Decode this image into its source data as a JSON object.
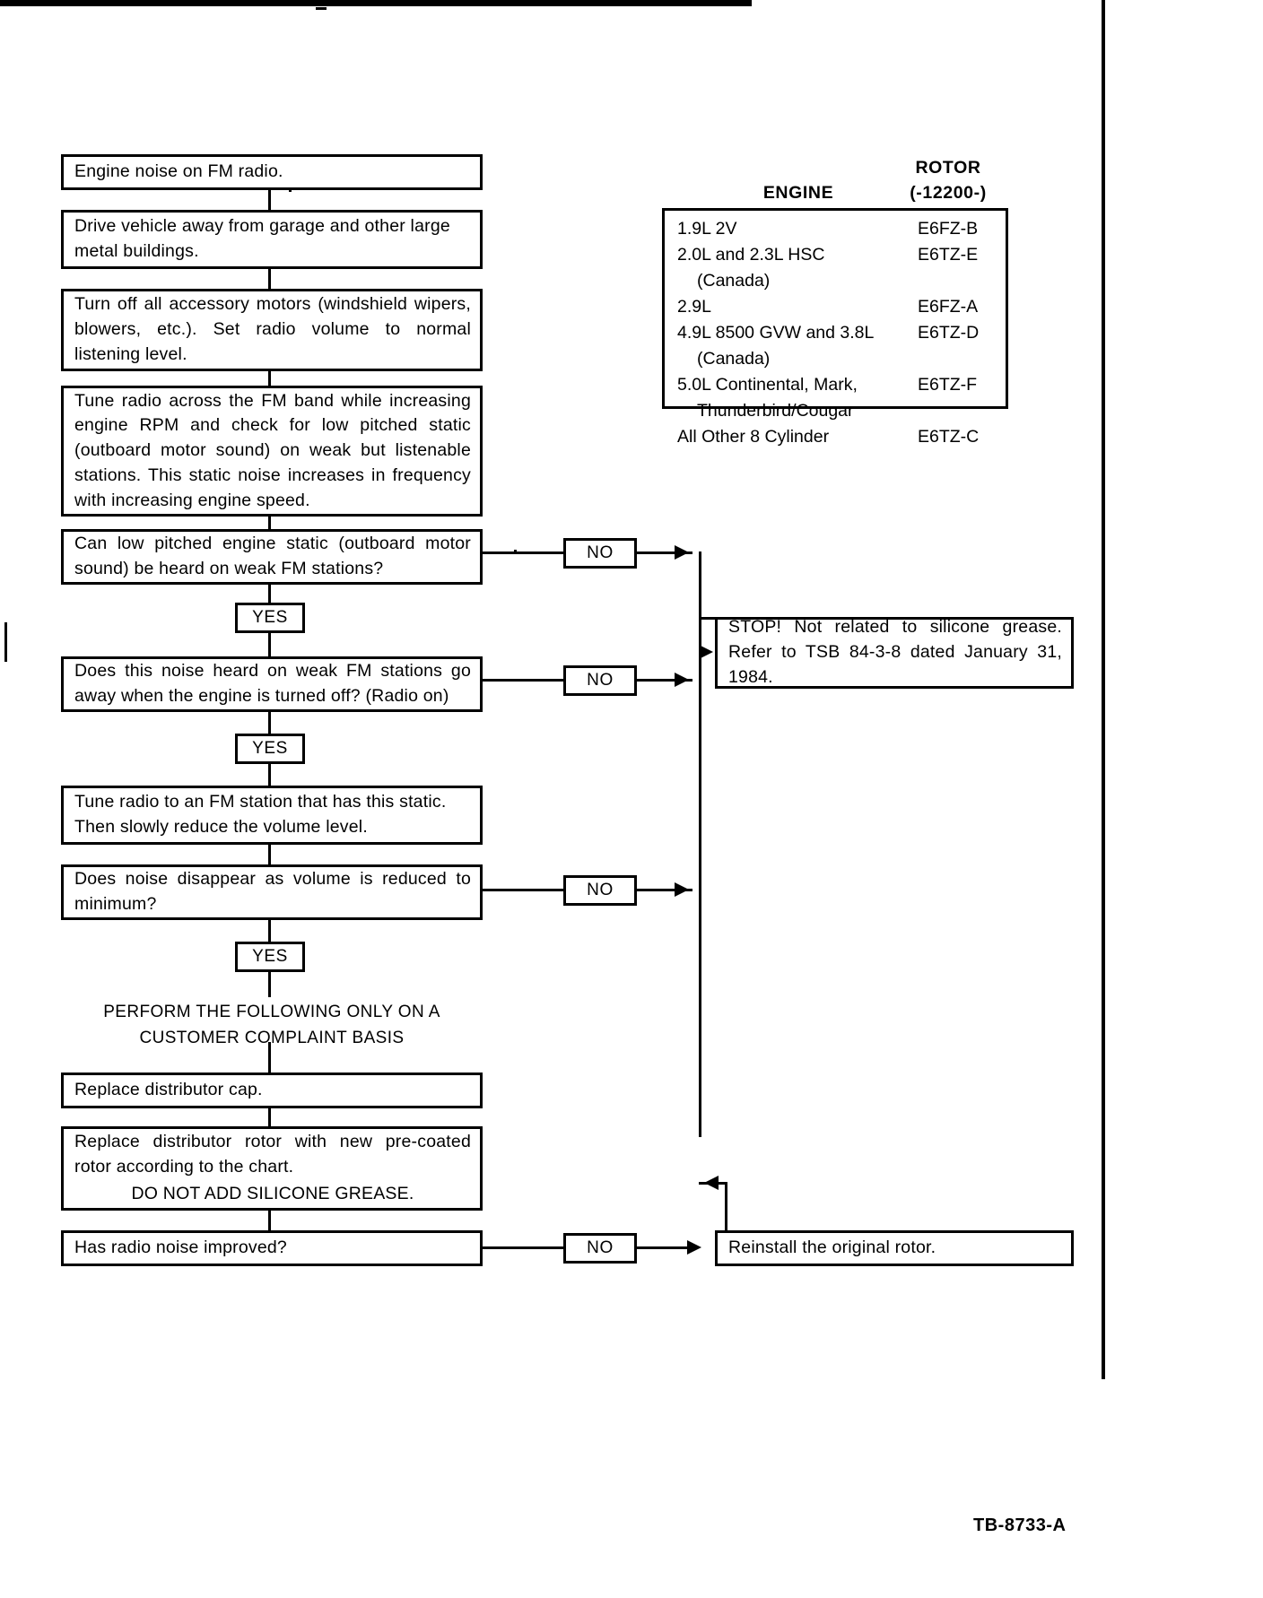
{
  "document": {
    "footer_code": "TB-8733-A"
  },
  "flow": {
    "steps": [
      {
        "id": "start",
        "text": "Engine noise on FM radio."
      },
      {
        "id": "drive-away",
        "text": "Drive vehicle away from garage and other large metal buildings."
      },
      {
        "id": "accessories",
        "text": "Turn off all accessory motors (windshield wipers, blowers, etc.). Set radio volume to normal listening level."
      },
      {
        "id": "tune-band",
        "text": "Tune radio across the FM band while increasing engine RPM and check for low pitched static (outboard motor sound) on weak but listenable stations. This static noise increases in frequency with increasing engine speed."
      },
      {
        "id": "q-static",
        "text": "Can low pitched engine static (outboard motor sound) be heard on weak FM stations?"
      },
      {
        "id": "q-engine-off",
        "text": "Does this noise heard on weak FM stations go away when the engine is turned off? (Radio on)"
      },
      {
        "id": "reduce-vol",
        "text": "Tune radio to an FM station that has this static. Then slowly reduce the volume level."
      },
      {
        "id": "q-volume",
        "text": "Does noise disappear as volume is reduced to minimum?"
      },
      {
        "id": "replace-cap",
        "text": "Replace distributor cap."
      },
      {
        "id": "replace-rotor-line1",
        "text": "Replace distributor rotor with new pre-coated rotor according to the chart."
      },
      {
        "id": "replace-rotor-line2",
        "text": "DO NOT ADD SILICONE GREASE."
      },
      {
        "id": "q-improved",
        "text": "Has radio noise improved?"
      },
      {
        "id": "stop-box",
        "text": "STOP! Not related to silicone grease. Refer to TSB 84-3-8 dated January 31, 1984."
      },
      {
        "id": "reinstall",
        "text": "Reinstall the original rotor."
      }
    ],
    "labels": {
      "yes": "YES",
      "no": "NO"
    },
    "note": {
      "line1": "PERFORM THE FOLLOWING ONLY ON A",
      "line2": "CUSTOMER COMPLAINT BASIS"
    }
  },
  "chart_data": {
    "type": "table",
    "title": "",
    "headers": {
      "engine": "ENGINE",
      "rotor_line1": "ROTOR",
      "rotor_line2": "(-12200-)"
    },
    "rows": [
      {
        "engine": "1.9L 2V",
        "indent": false,
        "rotor": "E6FZ-B"
      },
      {
        "engine": "2.0L and 2.3L HSC",
        "indent": false,
        "rotor": "E6TZ-E"
      },
      {
        "engine": "(Canada)",
        "indent": true,
        "rotor": ""
      },
      {
        "engine": "2.9L",
        "indent": false,
        "rotor": "E6FZ-A"
      },
      {
        "engine": "4.9L 8500 GVW and 3.8L",
        "indent": false,
        "rotor": "E6TZ-D"
      },
      {
        "engine": "(Canada)",
        "indent": true,
        "rotor": ""
      },
      {
        "engine": "5.0L Continental, Mark,",
        "indent": false,
        "rotor": "E6TZ-F"
      },
      {
        "engine": "Thunderbird/Cougar",
        "indent": true,
        "rotor": ""
      },
      {
        "engine": "All Other 8 Cylinder",
        "indent": false,
        "rotor": "E6TZ-C"
      }
    ]
  }
}
